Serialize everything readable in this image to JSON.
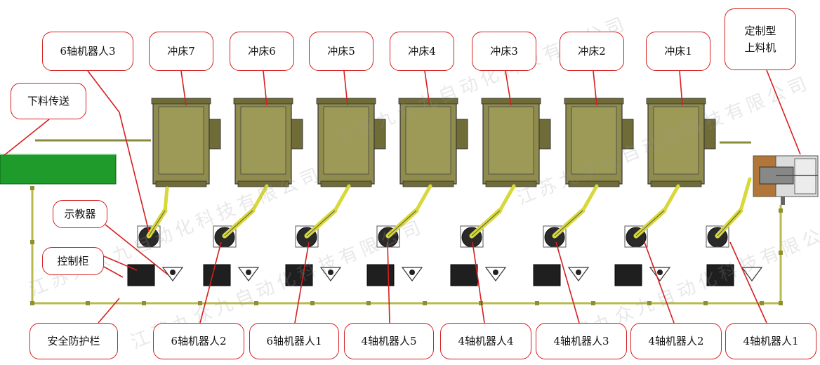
{
  "colors": {
    "press": "#8f8c4d",
    "press_dark": "#6f6c37",
    "conveyor": "#1e9b2a",
    "robot_arm": "#d8d83a",
    "fence": "#b9b94e",
    "cabinet": "#1f1f1f",
    "callout_border": "#d61f1f",
    "watermark": "#9a9a9a"
  },
  "watermark_text": "江苏九众九自动化科技有限公司",
  "labels": {
    "robot6_3": "6轴机器人3",
    "press7": "冲床7",
    "press6": "冲床6",
    "press5": "冲床5",
    "press4": "冲床4",
    "press3": "冲床3",
    "press2": "冲床2",
    "press1": "冲床1",
    "loader_line1": "定制型",
    "loader_line2": "上料机",
    "unload_conveyor": "下料传送",
    "teach_pendant": "示教器",
    "control_cabinet": "控制柜",
    "safety_fence": "安全防护栏",
    "robot6_2": "6轴机器人2",
    "robot6_1": "6轴机器人1",
    "robot4_5": "4轴机器人5",
    "robot4_4": "4轴机器人4",
    "robot4_3": "4轴机器人3",
    "robot4_2": "4轴机器人2",
    "robot4_1": "4轴机器人1"
  }
}
